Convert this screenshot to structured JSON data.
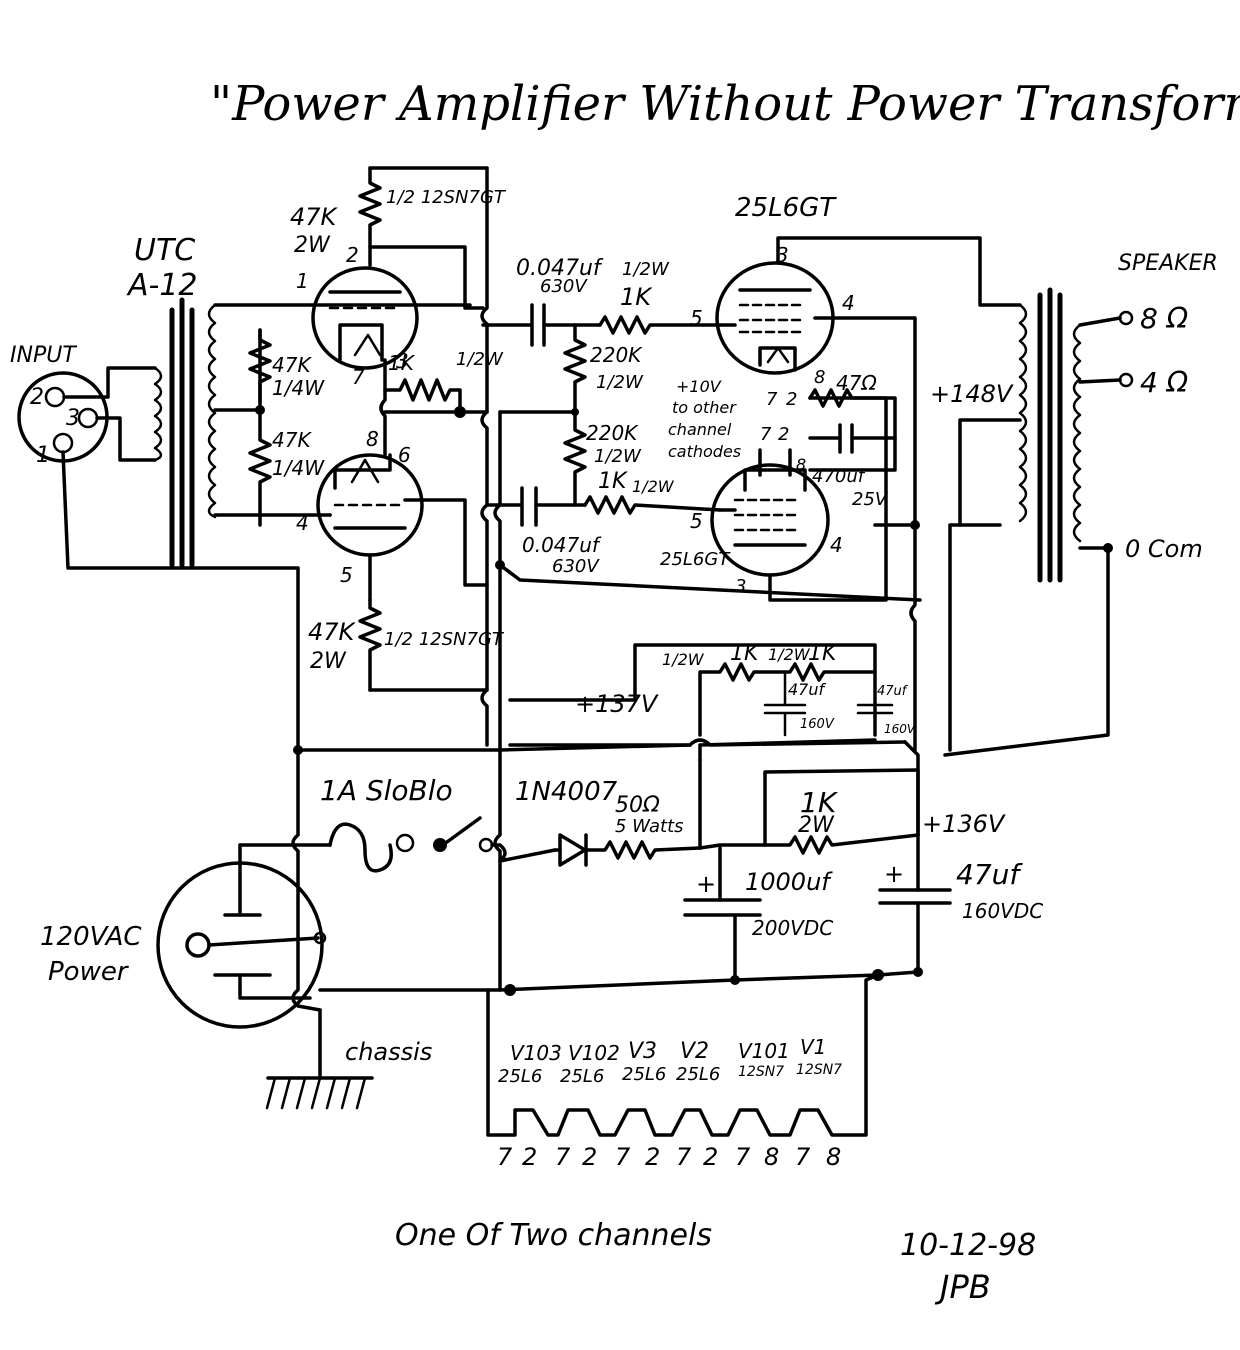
{
  "title": "\"Power Amplifier Without Power Transformer\"",
  "caption": "One Of Two channels",
  "date": "10-12-98",
  "initials": "JPB",
  "input": {
    "label": "INPUT",
    "pin2": "2",
    "pin3": "3",
    "pin1": "1"
  },
  "transformer_in": {
    "line1": "UTC",
    "line2": "A-12"
  },
  "driver_tube": {
    "upper_plate_res": "47K",
    "upper_plate_res_w": "2W",
    "upper_tube_label": "1/2 12SN7GT",
    "upper_pin1": "1",
    "upper_pin2": "2",
    "upper_pin3": "3",
    "upper_pin7": "7",
    "cathode_res": "1K",
    "cathode_res_w": "1/2W",
    "lower_pin8": "8",
    "lower_pin6": "6",
    "lower_pin4": "4",
    "lower_pin5": "5",
    "lower_plate_res": "47K",
    "lower_plate_res_w": "2W",
    "lower_tube_label": "1/2 12SN7GT"
  },
  "grid_resistors": {
    "r_upper": "47K",
    "r_upper_w": "1/4W",
    "r_lower": "47K",
    "r_lower_w": "1/4W"
  },
  "coupling": {
    "cap_top": "0.047uf",
    "cap_top_v": "630V",
    "cap_bot": "0.047uf",
    "cap_bot_v": "630V",
    "grid_stop_top": "1K",
    "grid_stop_top_w": "1/2W",
    "grid_stop_bot": "1K",
    "grid_stop_bot_w": "1/2W",
    "grid_res_top": "220K",
    "grid_res_top_w": "1/2W",
    "grid_res_bot": "220K",
    "grid_res_bot_w": "1/2W"
  },
  "output_tubes": {
    "top_label": "25L6GT",
    "bottom_label": "25L6GT",
    "top_pin3": "3",
    "top_pin4": "4",
    "top_pin5": "5",
    "top_pin8": "8",
    "top_pin7": "7",
    "top_pin2": "2",
    "bot_pin7": "7",
    "bot_pin2": "2",
    "bot_pin8": "8",
    "bot_pin5": "5",
    "bot_pin4": "4",
    "bot_pin3": "3",
    "cathode_res": "47Ω",
    "cathode_cap": "470uf",
    "cathode_cap_v": "25V",
    "note_line1": "+10V",
    "note_line2": "to other",
    "note_line3": "channel",
    "note_line4": "cathodes",
    "b_plus": "+148V"
  },
  "speaker": {
    "label": "SPEAKER",
    "tap8": "8 Ω",
    "tap4": "4 Ω",
    "com": "0 Com"
  },
  "filter2": {
    "r1_w": "1/2W",
    "r1": "1K",
    "r2_w": "1/2W",
    "r2": "1K",
    "c1": "47uf",
    "c1_v": "160V",
    "c2": "47uf",
    "c2_v": "160V",
    "voltage": "+137V"
  },
  "supply": {
    "fuse": "1A SloBlo",
    "diode": "1N4007",
    "r_series": "50Ω",
    "r_series_w": "5 Watts",
    "r_filter": "1K",
    "r_filter_w": "2W",
    "voltage": "+136V",
    "cap_main": "1000uf",
    "cap_main_v": "200VDC",
    "cap_second": "47uf",
    "cap_second_v": "160VDC",
    "power_line1": "120VAC",
    "power_line2": "Power",
    "chassis": "chassis",
    "plus": "+"
  },
  "heaters": {
    "tubes": [
      {
        "id": "V103",
        "type": "25L6"
      },
      {
        "id": "V102",
        "type": "25L6"
      },
      {
        "id": "V3",
        "type": "25L6"
      },
      {
        "id": "V2",
        "type": "25L6"
      },
      {
        "id": "V101",
        "type": "12SN7"
      },
      {
        "id": "V1",
        "type": "12SN7"
      }
    ],
    "pins": [
      "7",
      "2",
      "7",
      "2",
      "7",
      "2",
      "7",
      "2",
      "7",
      "8",
      "7",
      "8"
    ]
  }
}
